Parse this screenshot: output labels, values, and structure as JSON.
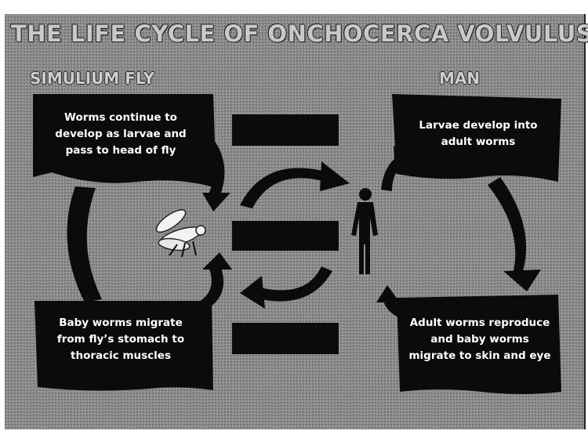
{
  "title": "THE LIFE CYCLE OF ONCHOCERCA VOLVULUS",
  "headers": {
    "left": "SIMULIUM FLY",
    "right": "MAN"
  },
  "boxes": {
    "top_left": "Worms continue to develop as larvae and pass to head of fly",
    "top_right": "Larvae develop into adult worms",
    "bottom_left": "Baby worms migrate from fly’s stomach to thoracic muscles",
    "bottom_right": "Adult worms reproduce and baby worms migrate to skin and eye"
  },
  "icons": [
    "fly-icon",
    "human-icon"
  ],
  "colors": {
    "background": "#8c8c8c",
    "box": "#0b0b0b",
    "arrow": "#0b0b0b",
    "box_text": "#ffffff"
  }
}
